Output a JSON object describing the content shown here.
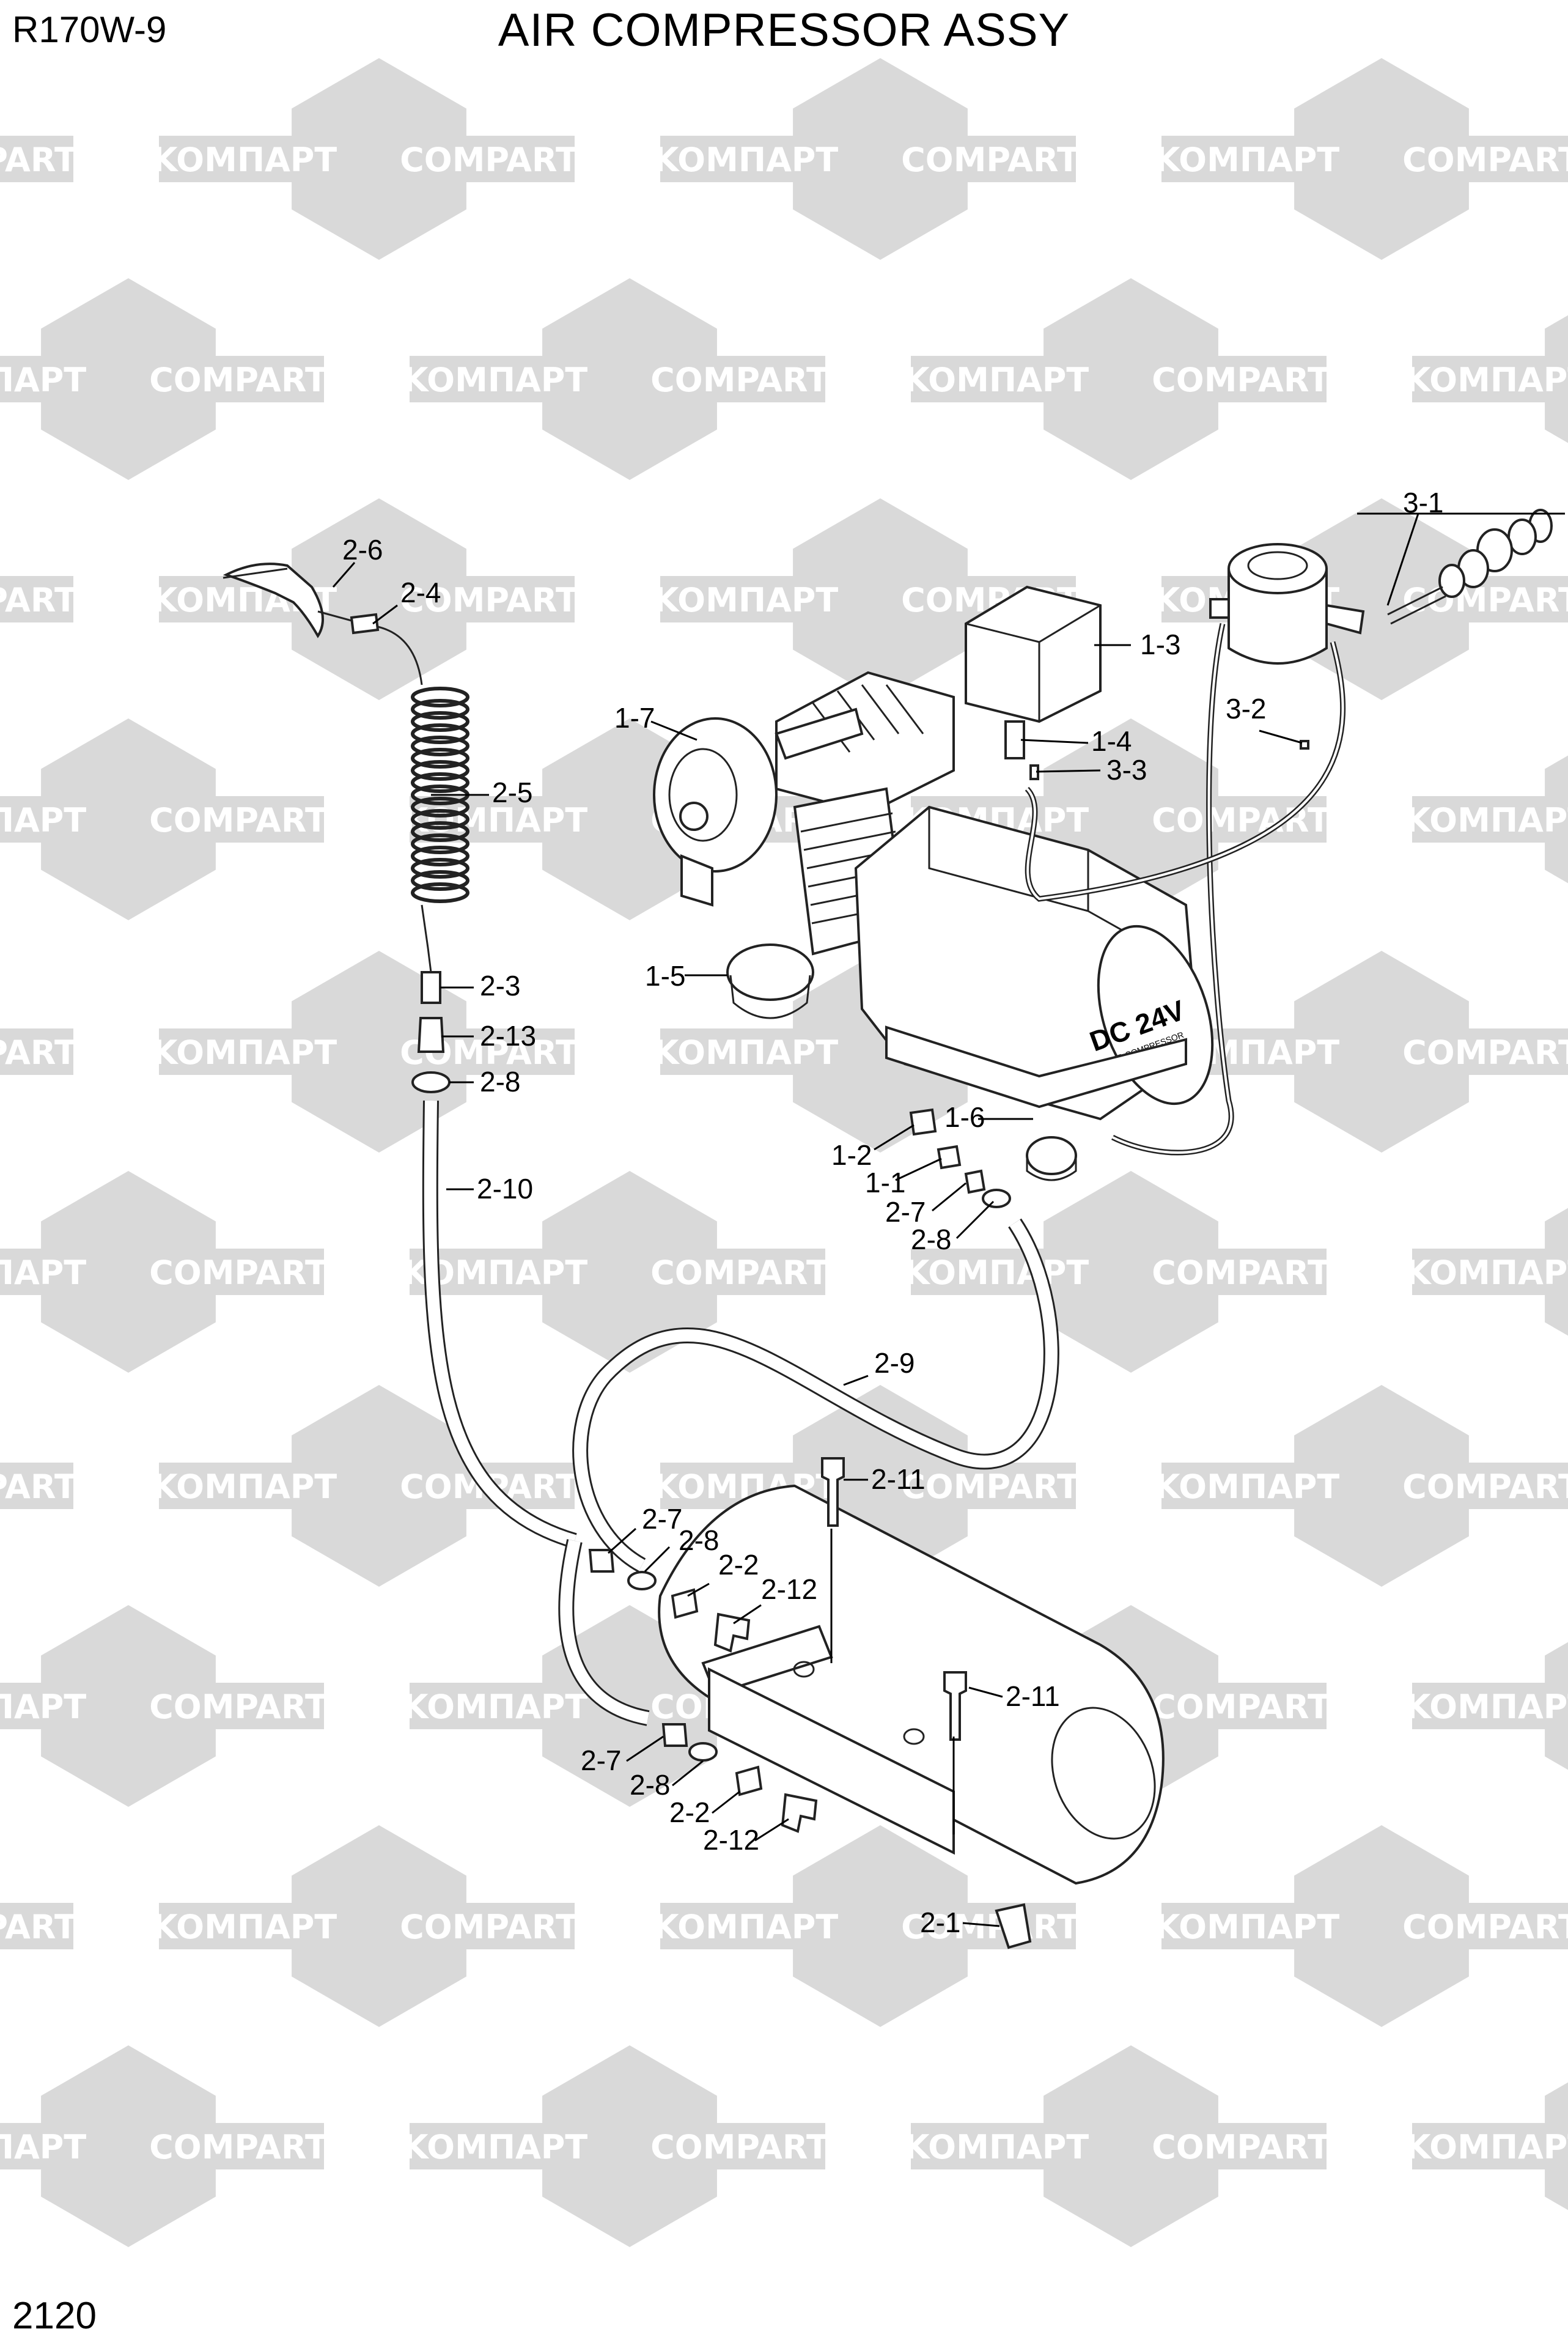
{
  "header": {
    "model": "R170W-9",
    "title": "AIR COMPRESSOR ASSY"
  },
  "footer": {
    "page_number": "2120"
  },
  "watermark": {
    "text_left": "KOMПАРТ",
    "text_right": "COMPART",
    "color": "#d9d9d9"
  },
  "product_label": {
    "main": "DC 24V",
    "sub": "DC AIR COMPRESSOR"
  },
  "callouts": [
    {
      "id": "3-1",
      "text": "3-1"
    },
    {
      "id": "2-6",
      "text": "2-6"
    },
    {
      "id": "2-4",
      "text": "2-4"
    },
    {
      "id": "1-3",
      "text": "1-3"
    },
    {
      "id": "3-2",
      "text": "3-2"
    },
    {
      "id": "1-7",
      "text": "1-7"
    },
    {
      "id": "1-4",
      "text": "1-4"
    },
    {
      "id": "3-3",
      "text": "3-3"
    },
    {
      "id": "2-5",
      "text": "2-5"
    },
    {
      "id": "1-5",
      "text": "1-5"
    },
    {
      "id": "2-3",
      "text": "2-3"
    },
    {
      "id": "2-13",
      "text": "2-13"
    },
    {
      "id": "2-8a",
      "text": "2-8"
    },
    {
      "id": "1-6",
      "text": "1-6"
    },
    {
      "id": "1-2",
      "text": "1-2"
    },
    {
      "id": "1-1",
      "text": "1-1"
    },
    {
      "id": "2-7a",
      "text": "2-7"
    },
    {
      "id": "2-8b",
      "text": "2-8"
    },
    {
      "id": "2-10",
      "text": "2-10"
    },
    {
      "id": "2-9",
      "text": "2-9"
    },
    {
      "id": "2-11a",
      "text": "2-11"
    },
    {
      "id": "2-7b",
      "text": "2-7"
    },
    {
      "id": "2-8c",
      "text": "2-8"
    },
    {
      "id": "2-2a",
      "text": "2-2"
    },
    {
      "id": "2-12a",
      "text": "2-12"
    },
    {
      "id": "2-11b",
      "text": "2-11"
    },
    {
      "id": "2-7c",
      "text": "2-7"
    },
    {
      "id": "2-8d",
      "text": "2-8"
    },
    {
      "id": "2-2b",
      "text": "2-2"
    },
    {
      "id": "2-12b",
      "text": "2-12"
    },
    {
      "id": "2-1",
      "text": "2-1"
    }
  ]
}
